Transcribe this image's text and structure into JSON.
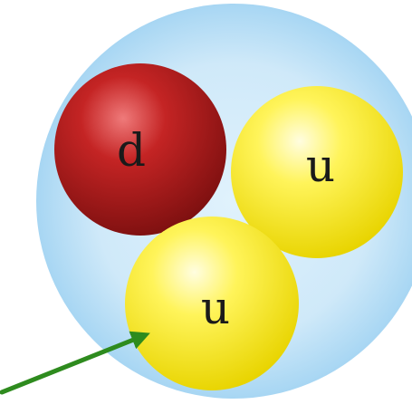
{
  "colors": {
    "background": "#ffffff",
    "nucleon_fill": "#bfe1f6",
    "nucleon_edge": "#9fd0f0",
    "down_quark": "#b01e1e",
    "up_quark": "#fff23a",
    "arrow": "#2e8b1e"
  },
  "quarks": [
    {
      "id": "down",
      "label": "d"
    },
    {
      "id": "up-right",
      "label": "u"
    },
    {
      "id": "up-bottom",
      "label": "u"
    }
  ]
}
